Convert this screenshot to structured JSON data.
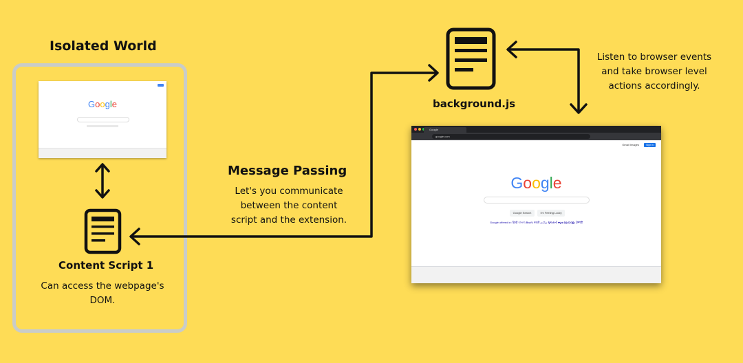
{
  "isolated_world": {
    "title": "Isolated World",
    "mini_logo": "Google",
    "content_script_label": "Content Script 1",
    "content_script_desc_line1": "Can access the webpage's",
    "content_script_desc_line2": "DOM."
  },
  "message_passing": {
    "title": "Message Passing",
    "line1": "Let's you communicate",
    "line2": "between the content",
    "line3": "script and the extension."
  },
  "background": {
    "label": "background.js",
    "desc_line1": "Listen to browser events",
    "desc_line2": "and take browser level",
    "desc_line3": "actions accordingly."
  },
  "browser": {
    "tab_title": "Google",
    "url": "google.com",
    "logo": "Google",
    "search_button": "Google Search",
    "lucky_button": "I'm Feeling Lucky",
    "sign_in": "Sign in",
    "top_links": "Gmail  Images",
    "languages": "Google offered in: हिन्दी বাংলা తెలుగు मराठी தமிழ் ગુજરાતી ಕನ್ನಡ മലയാളം ਪੰਜਾਬੀ"
  },
  "colors": {
    "background": "#FEDC56",
    "box_border": "#C9CCC9",
    "ink": "#111111"
  },
  "icons": [
    "document-icon",
    "arrow-icon"
  ]
}
